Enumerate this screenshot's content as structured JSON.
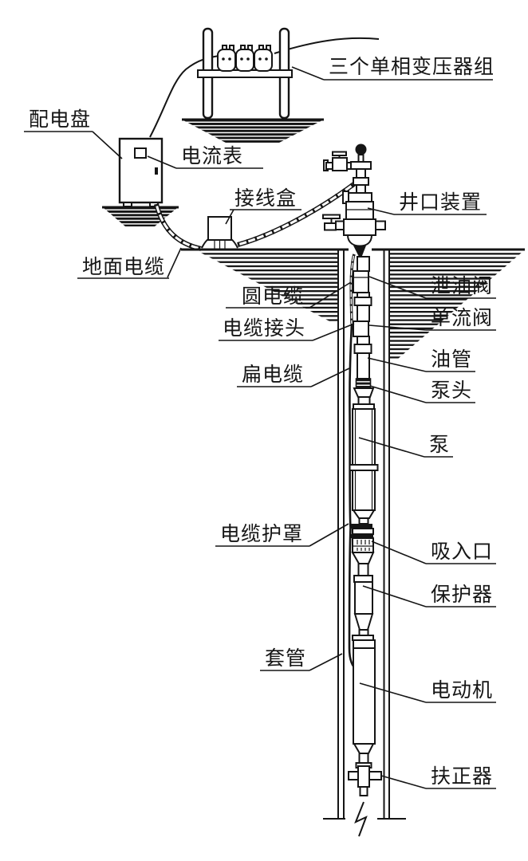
{
  "figure": {
    "background": "#ffffff",
    "ink": "#151515",
    "description_type": "electric-submersible-pump-well-schematic"
  },
  "labels": {
    "transformer_bank": "三个单相变压器组",
    "power_panel": "配电盘",
    "ammeter": "电流表",
    "junction_box": "接线盒",
    "wellhead": "井口装置",
    "surface_cable": "地面电缆",
    "round_cable": "圆电缆",
    "drain_valve": "泄油阀",
    "cable_splice": "电缆接头",
    "check_valve": "单流阀",
    "tubing": "油管",
    "flat_cable": "扁电缆",
    "pump_head": "泵头",
    "pump": "泵",
    "cable_guard": "电缆护罩",
    "intake": "吸入口",
    "protector": "保护器",
    "casing": "套管",
    "motor": "电动机",
    "centralizer": "扶正器"
  }
}
